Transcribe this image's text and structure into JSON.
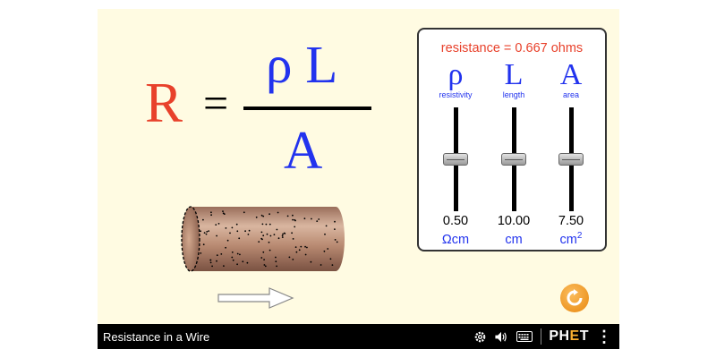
{
  "equation": {
    "R": "R",
    "equals": "=",
    "numerator": "ρ L",
    "denominator": "A"
  },
  "panel": {
    "resistance_text": "resistance = 0.667 ohms",
    "sliders": [
      {
        "symbol": "ρ",
        "name": "resistivity",
        "value": "0.50",
        "unit": "Ωcm",
        "unit_sup": "",
        "level": 0.5
      },
      {
        "symbol": "L",
        "name": "length",
        "value": "10.00",
        "unit": "cm",
        "unit_sup": "",
        "level": 0.5
      },
      {
        "symbol": "A",
        "name": "area",
        "value": "7.50",
        "unit": "cm",
        "unit_sup": "2",
        "level": 0.5
      }
    ]
  },
  "navbar": {
    "title": "Resistance in a Wire",
    "brand_prefix": "PH",
    "brand_e": "E",
    "brand_t": "T",
    "menu": "⋮"
  },
  "colors": {
    "R": "#e8412b",
    "rho_L_A": "#2233ee",
    "resistance_text": "#e8412b",
    "panel_symbols": "#2233ee",
    "units": "#2233ee",
    "navbar_bg": "#000000",
    "stage_bg": "#fffbe2"
  },
  "icons": [
    "settings-icon",
    "audio-icon",
    "keyboard-icon",
    "phet-logo",
    "kebab-menu-icon",
    "reset-all-icon"
  ]
}
